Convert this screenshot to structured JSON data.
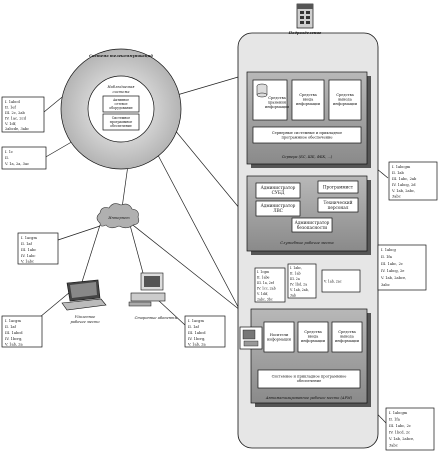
{
  "telecom": {
    "title": "Система телекоммуникаций",
    "core_title": [
      "Наблюдаемая",
      "система"
    ],
    "active_equipment": [
      "Активное",
      "сетевое",
      "оборудование"
    ],
    "system_software": [
      "Системное",
      "программное",
      "обеспечение"
    ]
  },
  "division": {
    "title": "Подразделение"
  },
  "servers": {
    "storage": [
      "Средства",
      "хранения",
      "информации"
    ],
    "input": [
      "Средства",
      "ввода",
      "информации"
    ],
    "output": [
      "Средства",
      "вывода",
      "информации"
    ],
    "software": [
      "Серверные системные и прикладное",
      "программное обеспечение"
    ],
    "caption": "Сервера (БС, ШБ, ФБК, ...)"
  },
  "staff": {
    "dbms_admin": [
      "Администратор",
      "СУБД"
    ],
    "programmer": "Программист",
    "lvs_admin": [
      "Администратор",
      "ЛВС"
    ],
    "tech_staff": [
      "Технический",
      "персонал"
    ],
    "security_admin": [
      "Администратор",
      "безопасности"
    ],
    "caption": "Служебные рабочие места"
  },
  "arm": {
    "media": [
      "Носители",
      "информации"
    ],
    "input": [
      "Средства",
      "ввода",
      "информации"
    ],
    "output": [
      "Средства",
      "вывода",
      "информации"
    ],
    "software": [
      "Системное и прикладное программное",
      "обеспечение"
    ],
    "caption": "Автоматизированное рабочее место (АРМ)"
  },
  "internet": {
    "label": "Интернет"
  },
  "remote_workstation": {
    "label": [
      "Удаленное",
      "рабочее место"
    ]
  },
  "external_subscriber": {
    "label": "Сторонние абоненты"
  },
  "notes": {
    "left_top": [
      "I. 1abcd",
      "II. 1ef",
      "III. 2c, 2ab",
      "IV. 1ac, 2cd",
      "V. 1df,",
      "2abcde, 3abc"
    ],
    "left_mid": [
      "I. 1c",
      "II.",
      "V. 1a, 2a, 3ac"
    ],
    "internet": [
      "I. 1acgm",
      "II. 1af",
      "III. 1abc",
      "IV. 1abc",
      "V. 1abc"
    ],
    "remote": [
      "I. 1acgm",
      "II. 1af",
      "III. 1abcd",
      "IV. 1bcrg,",
      "V. 1ab, 2a"
    ],
    "external": [
      "I. 1acgm",
      "II. 1af",
      "III. 1abcd",
      "IV. 1bcrg,",
      "V. 1ab, 2a"
    ],
    "servers": [
      "I. 1abcgm",
      "II. 1ab",
      "III. 1abc, 2ab",
      "IV. 1abcg, 2d",
      "V. 1ab, 2abc,",
      "3abc"
    ],
    "staff": [
      "I. 1abcg",
      "II. 1fa",
      "III. 1abc, 2c",
      "IV. 1abcg, 2e",
      "V. 1ab, 2abce,",
      "3abc"
    ],
    "arm_media": [
      "I. 1cgm",
      "II. 1abe",
      "III. 1a, 2ef",
      "IV. 1cc, 2ab",
      "V. 1dif,",
      "2abc, 3bc"
    ],
    "arm_input": [
      "I. 1abc,",
      "II. 1ab",
      "III. 2a",
      "IV. 1bd, 2a",
      "V. 1ab, 2ab,",
      "3ab"
    ],
    "arm_output": [
      "V. 1ab, 2ac"
    ],
    "bottom": [
      "I. 1abcgm",
      "II. 1fa",
      "III. 1abc, 2c",
      "IV. 1bcd, 2c",
      "V. 1ab, 2abce,",
      "3abc"
    ]
  }
}
